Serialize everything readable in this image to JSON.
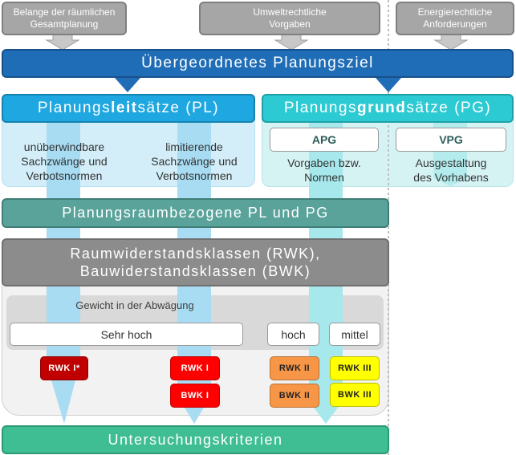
{
  "sources": [
    {
      "line1": "Belange der räumlichen",
      "line2": "Gesamtplanung"
    },
    {
      "line1": "Umweltrechtliche",
      "line2": "Vorgaben"
    },
    {
      "line1": "Energierechtliche",
      "line2": "Anforderungen"
    }
  ],
  "goal": "Übergeordnetes Planungsziel",
  "pl": {
    "title_pre": "Planungs",
    "title_bold": "leit",
    "title_post": "sätze (PL)",
    "col1": [
      "unüberwindbare",
      "Sachzwänge und",
      "Verbotsnormen"
    ],
    "col2": [
      "limitierende",
      "Sachzwänge und",
      "Verbotsnormen"
    ]
  },
  "pg": {
    "title_pre": "Planungs",
    "title_bold": "grund",
    "title_post": "sätze (PG)",
    "apg": "APG",
    "apg_desc": [
      "Vorgaben bzw.",
      "Normen"
    ],
    "vpg": "VPG",
    "vpg_desc": [
      "Ausgestaltung",
      "des Vorhabens"
    ]
  },
  "spatial": "Planungsraumbezogene PL und PG",
  "classes": [
    "Raumwiderstandsklassen (RWK),",
    "Bauwiderstandsklassen (BWK)"
  ],
  "weight": {
    "title": "Gewicht in der Abwägung",
    "levels": [
      "Sehr hoch",
      "hoch",
      "mittel"
    ]
  },
  "badges": {
    "rwk_i_star": "RWK I*",
    "rwk_i": "RWK I",
    "bwk_i": "BWK I",
    "rwk_ii": "RWK II",
    "bwk_ii": "BWK II",
    "rwk_iii": "RWK III",
    "bwk_iii": "BWK III"
  },
  "colors": {
    "dark_red": "#c00000",
    "red": "#ff0000",
    "orange": "#f79646",
    "yellow": "#ffff00"
  },
  "criteria": "Untersuchungskriterien"
}
